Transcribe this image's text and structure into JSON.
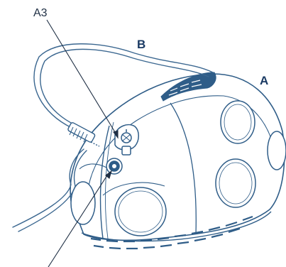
{
  "labels": {
    "a3": "A3",
    "b": "B",
    "a": "A"
  },
  "colors": {
    "outline": "#2f5d88",
    "pointer": "#1f2f44",
    "label_bold": "#1a3a63",
    "tubing": "#3b6790",
    "body_fill": "#ffffff"
  },
  "parts": [
    "compressor-housing",
    "air-tube",
    "tube-connector",
    "air-outlet-port",
    "tube-holder",
    "ventilation-grille",
    "front-panel"
  ]
}
